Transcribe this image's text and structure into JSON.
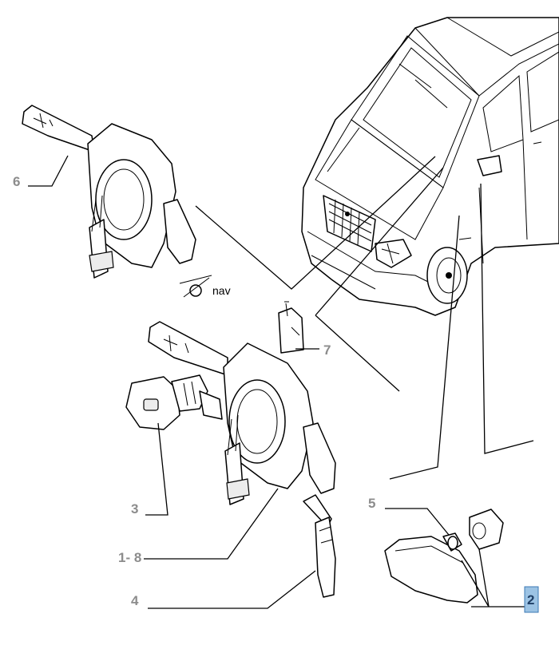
{
  "callouts": {
    "c6": "6",
    "c7": "7",
    "c3": "3",
    "c18": "1- 8",
    "c4": "4",
    "c5": "5",
    "c2": "2",
    "nav": "nav"
  },
  "colors": {
    "highlight_bg": "#9cc3e4",
    "highlight_border": "#3b78b5",
    "callout_gray": "#8c8c8c"
  },
  "highlighted_callout": "2"
}
